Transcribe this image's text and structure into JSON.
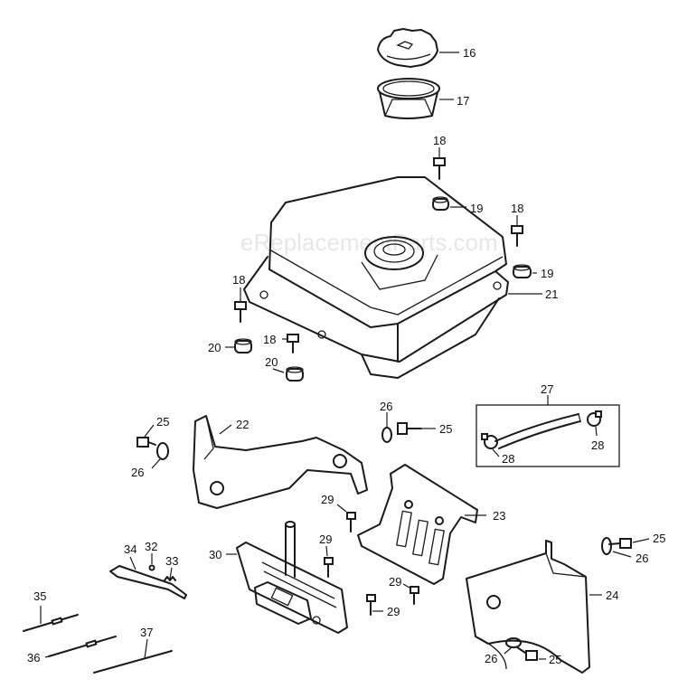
{
  "watermark": "eReplacementParts.com",
  "callouts": {
    "c16": "16",
    "c17": "17",
    "c18a": "18",
    "c18b": "18",
    "c18c": "18",
    "c18d": "18",
    "c19a": "19",
    "c19b": "19",
    "c20a": "20",
    "c20b": "20",
    "c21": "21",
    "c22": "22",
    "c23": "23",
    "c24": "24",
    "c25a": "25",
    "c25b": "25",
    "c25c": "25",
    "c25d": "25",
    "c26a": "26",
    "c26b": "26",
    "c26c": "26",
    "c26d": "26",
    "c27": "27",
    "c28a": "28",
    "c28b": "28",
    "c29a": "29",
    "c29b": "29",
    "c29c": "29",
    "c29d": "29",
    "c30": "30",
    "c32": "32",
    "c33": "33",
    "c34": "34",
    "c35": "35",
    "c36": "36",
    "c37": "37"
  }
}
